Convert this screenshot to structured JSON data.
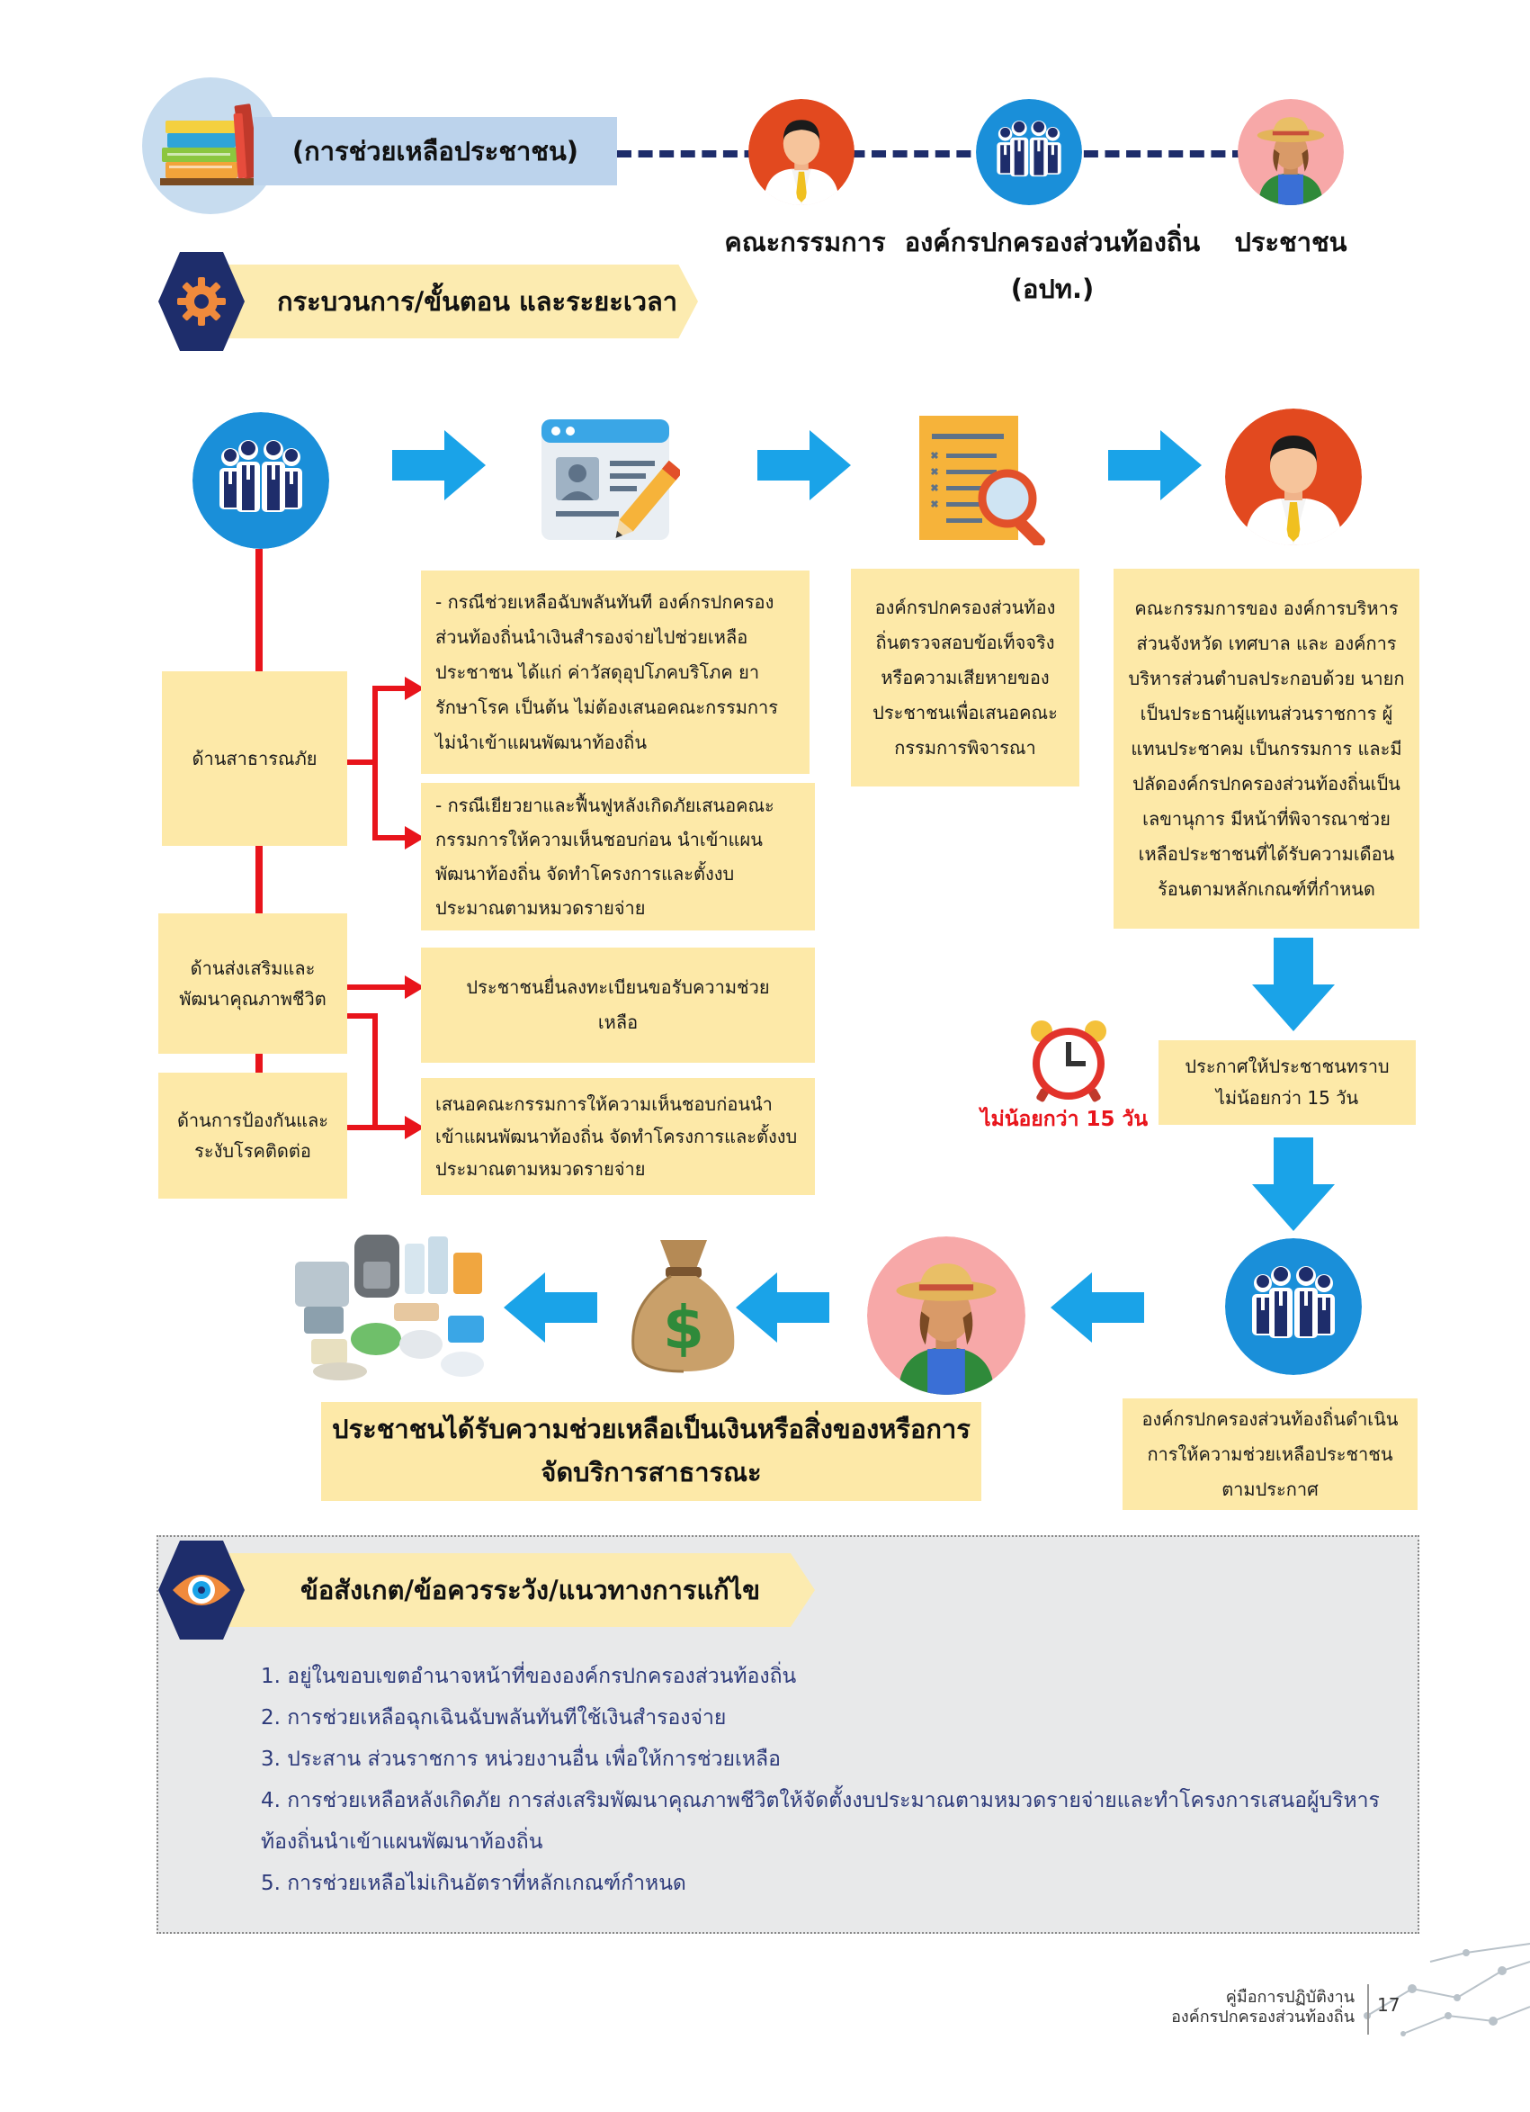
{
  "header": {
    "title": "(การช่วยเหลือประชาชน)",
    "roles": [
      {
        "label": "คณะกรรมการ",
        "icon": "businessman-icon"
      },
      {
        "label": "องค์กรปกครองส่วนท้องถิ่น",
        "sublabel": "(อปท.)",
        "icon": "group-icon"
      },
      {
        "label": "ประชาชน",
        "icon": "farmer-icon"
      }
    ]
  },
  "process": {
    "heading": "กระบวนการ/ขั้นตอน และระยะเวลา",
    "categories": [
      {
        "label": "ด้านสาธารณภัย"
      },
      {
        "label": "ด้านส่งเสริมและพัฒนาคุณภาพชีวิต"
      },
      {
        "label": "ด้านการป้องกันและระงับโรคติดต่อ"
      }
    ],
    "boxes": {
      "emergency": "- กรณีช่วยเหลือฉับพลันทันที องค์กรปกครองส่วนท้องถิ่นนำเงินสำรองจ่ายไปช่วยเหลือประชาชน ได้แก่ ค่าวัสดุอุปโภคบริโภค ยารักษาโรค เป็นต้น ไม่ต้องเสนอคณะกรรมการ ไม่นำเข้าแผนพัฒนาท้องถิ่น",
      "recovery": "- กรณีเยียวยาและฟื้นฟูหลังเกิดภัยเสนอคณะกรรมการให้ความเห็นชอบก่อน นำเข้าแผนพัฒนาท้องถิ่น จัดทำโครงการและตั้งงบประมาณตามหมวดรายจ่าย",
      "register": "ประชาชนยื่นลงทะเบียนขอรับความช่วยเหลือ",
      "propose": "เสนอคณะกรรมการให้ความเห็นชอบก่อนนำเข้าแผนพัฒนาท้องถิ่น จัดทำโครงการและตั้งงบประมาณตามหมวดรายจ่าย",
      "verify": "องค์กรปกครองส่วนท้องถิ่นตรวจสอบข้อเท็จจริงหรือความเสียหายของประชาชนเพื่อเสนอคณะกรรมการพิจารณา",
      "committee": "คณะกรรมการของ องค์การบริหารส่วนจังหวัด เทศบาล และ องค์การบริหารส่วนตำบลประกอบด้วย นายกเป็นประธานผู้แทนส่วนราชการ ผู้แทนประชาคม เป็นกรรมการ และมีปลัดองค์กรปกครองส่วนท้องถิ่นเป็นเลขานุการ มีหน้าที่พิจารณาช่วยเหลือประชาชนที่ได้รับความเดือนร้อนตามหลักเกณฑ์ที่กำหนด",
      "announce": "ประกาศให้ประชาชนทราบไม่น้อยกว่า 15 วัน",
      "deliver": "องค์กรปกครองส่วนท้องถิ่นดำเนินการให้ความช่วยเหลือประชาชนตามประกาศ"
    },
    "deadline": "ไม่น้อยกว่า 15 วัน",
    "result": "ประชาชนได้รับความช่วยเหลือเป็นเงินหรือสิ่งของหรือการจัดบริการสาธารณะ",
    "icons": [
      "group-icon",
      "form-edit-icon",
      "document-search-icon",
      "businessman-icon",
      "alarm-clock-icon",
      "group-icon",
      "farmer-icon",
      "money-bag-icon",
      "supplies-icon"
    ]
  },
  "observations": {
    "heading": "ข้อสังเกต/ข้อควรระวัง/แนวทางการแก้ไข",
    "items": [
      "1. อยู่ในขอบเขตอำนาจหน้าที่ขององค์กรปกครองส่วนท้องถิ่น",
      "2. การช่วยเหลือฉุกเฉินฉับพลันทันทีใช้เงินสำรองจ่าย",
      "3. ประสาน ส่วนราชการ หน่วยงานอื่น เพื่อให้การช่วยเหลือ",
      "4. การช่วยเหลือหลังเกิดภัย การส่งเสริมพัฒนาคุณภาพชีวิตให้จัดตั้งงบประมาณตามหมวดรายจ่ายและทำโครงการเสนอผู้บริหารท้องถิ่นนำเข้าแผนพัฒนาท้องถิ่น",
      "5. การช่วยเหลือไม่เกินอัตราที่หลักเกณฑ์กำหนด"
    ]
  },
  "footer": {
    "line1": "คู่มือการปฏิบัติงาน",
    "line2": "องค์กรปกครองส่วนท้องถิ่น",
    "page": "17"
  },
  "colors": {
    "navy": "#1e2d6b",
    "arrow_blue": "#1aa3e8",
    "box_yellow": "#fde9a8",
    "red": "#e8141b"
  }
}
